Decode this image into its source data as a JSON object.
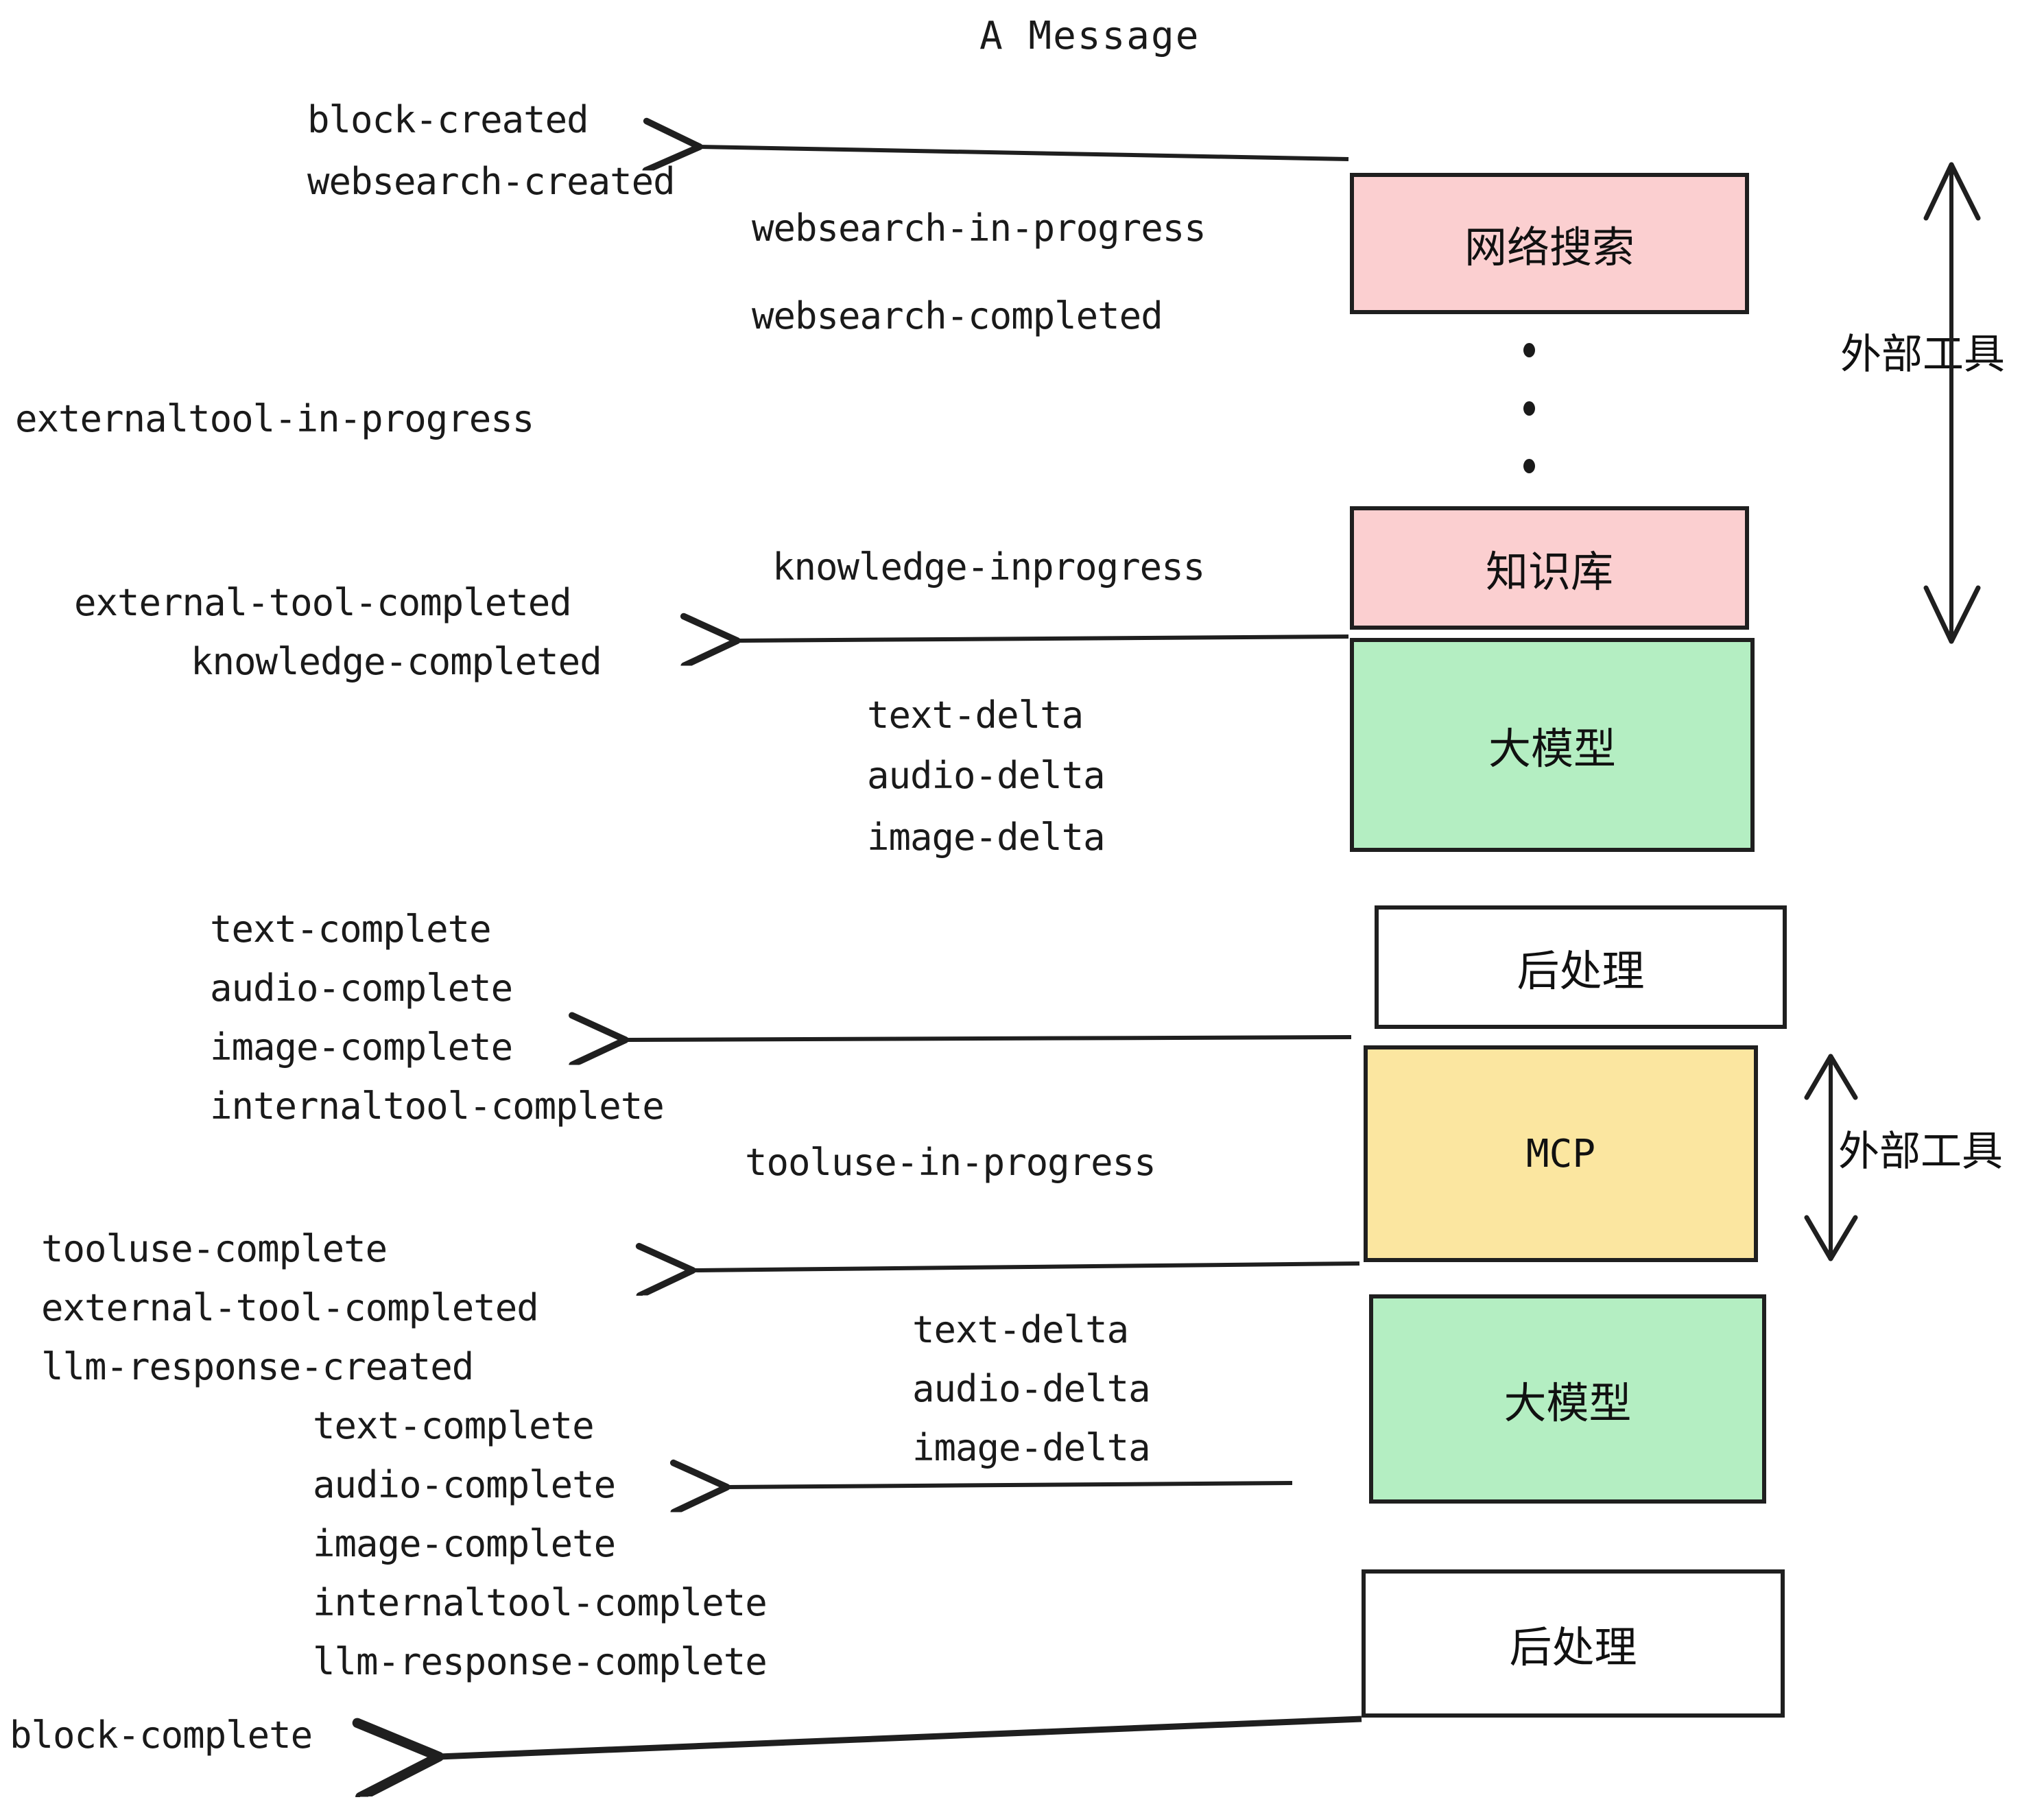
{
  "title": "A Message",
  "colors": {
    "pink": "#fbcfd0",
    "green": "#b4eec2",
    "yellow": "#fbe6a0",
    "white": "#ffffff",
    "stroke": "#1f1f1f",
    "text": "#1a1a1a"
  },
  "nodes": [
    {
      "id": "websearch",
      "label": "网络搜索",
      "fill": "#fbcfd0"
    },
    {
      "id": "knowledge",
      "label": "知识库",
      "fill": "#fbcfd0"
    },
    {
      "id": "llm1",
      "label": "大模型",
      "fill": "#b4eec2"
    },
    {
      "id": "postprocess1",
      "label": "后处理",
      "fill": "#ffffff"
    },
    {
      "id": "mcp",
      "label": "MCP",
      "fill": "#fbe6a0"
    },
    {
      "id": "llm2",
      "label": "大模型",
      "fill": "#b4eec2"
    },
    {
      "id": "postprocess2",
      "label": "后处理",
      "fill": "#ffffff"
    }
  ],
  "side_labels": [
    {
      "id": "external-tools-top",
      "label": "外部工具"
    },
    {
      "id": "external-tools-bottom",
      "label": "外部工具"
    }
  ],
  "events": [
    {
      "id": "block-created",
      "label": "block-created"
    },
    {
      "id": "websearch-created",
      "label": "websearch-created"
    },
    {
      "id": "websearch-in-progress",
      "label": "websearch-in-progress"
    },
    {
      "id": "websearch-completed",
      "label": "websearch-completed"
    },
    {
      "id": "externaltool-in-progress",
      "label": "externaltool-in-progress"
    },
    {
      "id": "knowledge-inprogress",
      "label": "knowledge-inprogress"
    },
    {
      "id": "external-tool-completed-1",
      "label": "external-tool-completed"
    },
    {
      "id": "knowledge-completed",
      "label": "knowledge-completed"
    },
    {
      "id": "text-delta-1",
      "label": "text-delta"
    },
    {
      "id": "audio-delta-1",
      "label": "audio-delta"
    },
    {
      "id": "image-delta-1",
      "label": "image-delta"
    },
    {
      "id": "text-complete-1",
      "label": "text-complete"
    },
    {
      "id": "audio-complete-1",
      "label": "audio-complete"
    },
    {
      "id": "image-complete-1",
      "label": "image-complete"
    },
    {
      "id": "internaltool-complete-1",
      "label": "internaltool-complete"
    },
    {
      "id": "tooluse-in-progress",
      "label": "tooluse-in-progress"
    },
    {
      "id": "tooluse-complete",
      "label": "tooluse-complete"
    },
    {
      "id": "external-tool-completed-2",
      "label": "external-tool-completed"
    },
    {
      "id": "llm-response-created",
      "label": "llm-response-created"
    },
    {
      "id": "text-delta-2",
      "label": "text-delta"
    },
    {
      "id": "audio-delta-2",
      "label": "audio-delta"
    },
    {
      "id": "image-delta-2",
      "label": "image-delta"
    },
    {
      "id": "text-complete-2",
      "label": "text-complete"
    },
    {
      "id": "audio-complete-2",
      "label": "audio-complete"
    },
    {
      "id": "image-complete-2",
      "label": "image-complete"
    },
    {
      "id": "internaltool-complete-2",
      "label": "internaltool-complete"
    },
    {
      "id": "llm-response-complete",
      "label": "llm-response-complete"
    },
    {
      "id": "block-complete",
      "label": "block-complete"
    }
  ]
}
